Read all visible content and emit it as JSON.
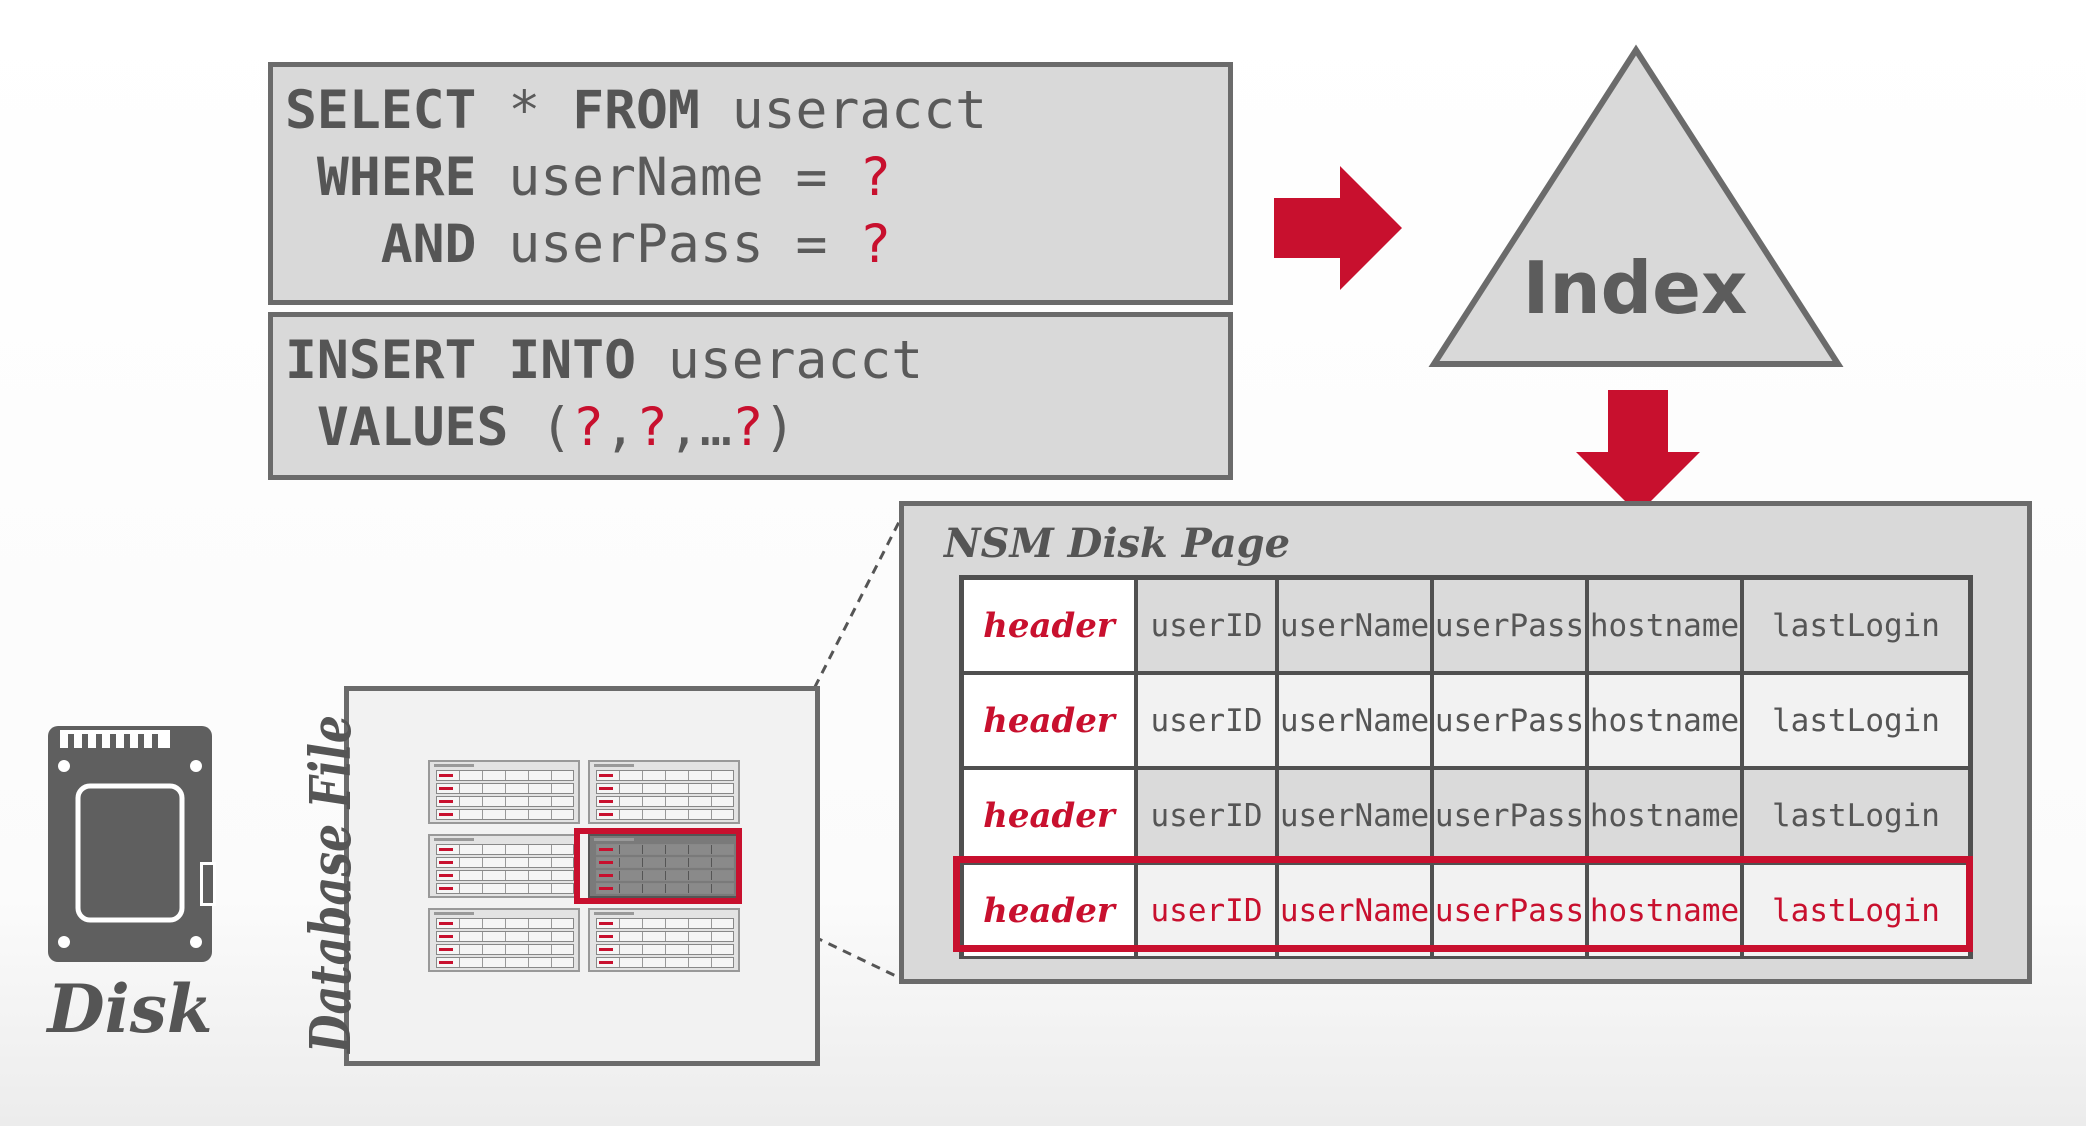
{
  "select_query": {
    "lines": [
      {
        "kw": "SELECT",
        "rest": " * ",
        "kw2": "FROM",
        "rest2": " useracct"
      },
      {
        "kw": " WHERE",
        "rest": " userName = ",
        "q": "?"
      },
      {
        "kw": "   AND",
        "rest": " userPass = ",
        "q": "?"
      }
    ]
  },
  "insert_query": {
    "line1_kw": "INSERT INTO",
    "line1_rest": " useracct",
    "line2_kw": " VALUES",
    "line2_open": " (",
    "q1": "?",
    "sep1": ",",
    "q2": "?",
    "sep2": ",…",
    "q3": "?",
    "line2_close": ")"
  },
  "index_label": "Index",
  "nsm_page": {
    "title": "NSM Disk Page",
    "rows": [
      [
        "header",
        "userID",
        "userName",
        "userPass",
        "hostname",
        "lastLogin"
      ],
      [
        "header",
        "userID",
        "userName",
        "userPass",
        "hostname",
        "lastLogin"
      ],
      [
        "header",
        "userID",
        "userName",
        "userPass",
        "hostname",
        "lastLogin"
      ],
      [
        "header",
        "userID",
        "userName",
        "userPass",
        "hostname",
        "lastLogin"
      ]
    ],
    "highlighted_row": 4
  },
  "database_file_label": "Database File",
  "disk_label": "Disk",
  "colors": {
    "accent": "#c8102e",
    "box_fill": "#d9d9d9",
    "border": "#6b6b6b",
    "text": "#555555"
  },
  "icons": [
    "arrow-right-icon",
    "arrow-down-icon",
    "index-triangle-icon",
    "disk-drive-icon"
  ]
}
